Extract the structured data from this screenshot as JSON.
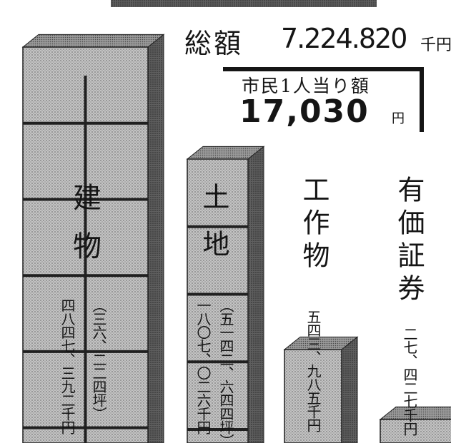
{
  "header": {
    "total_label": "総額",
    "total_value": "7.224.820",
    "total_unit": "千円",
    "per_capita_label": "市民1人当り額",
    "per_capita_value": "17,030",
    "per_capita_unit": "円"
  },
  "colors": {
    "ink": "#151515",
    "block_front": "#bdbdbd",
    "block_shadow": "#5a5a5a",
    "block_top": "#909090",
    "grid": "#202020"
  },
  "chart_data": {
    "type": "bar",
    "categories": [
      "建物",
      "土地",
      "工作物",
      "有価証券"
    ],
    "values": [
      4847392,
      1807026,
      543985,
      27427
    ],
    "unit": "千円",
    "value_labels": [
      "四八四七、三九二千円",
      "一八〇七、〇二六千円",
      "五四三、九八五千円",
      "二七、四二七千円"
    ],
    "area_labels": [
      "（三六、二二四坪）",
      "（五一四二、六四四坪）",
      "",
      ""
    ],
    "title": "",
    "xlabel": "",
    "ylabel": ""
  }
}
